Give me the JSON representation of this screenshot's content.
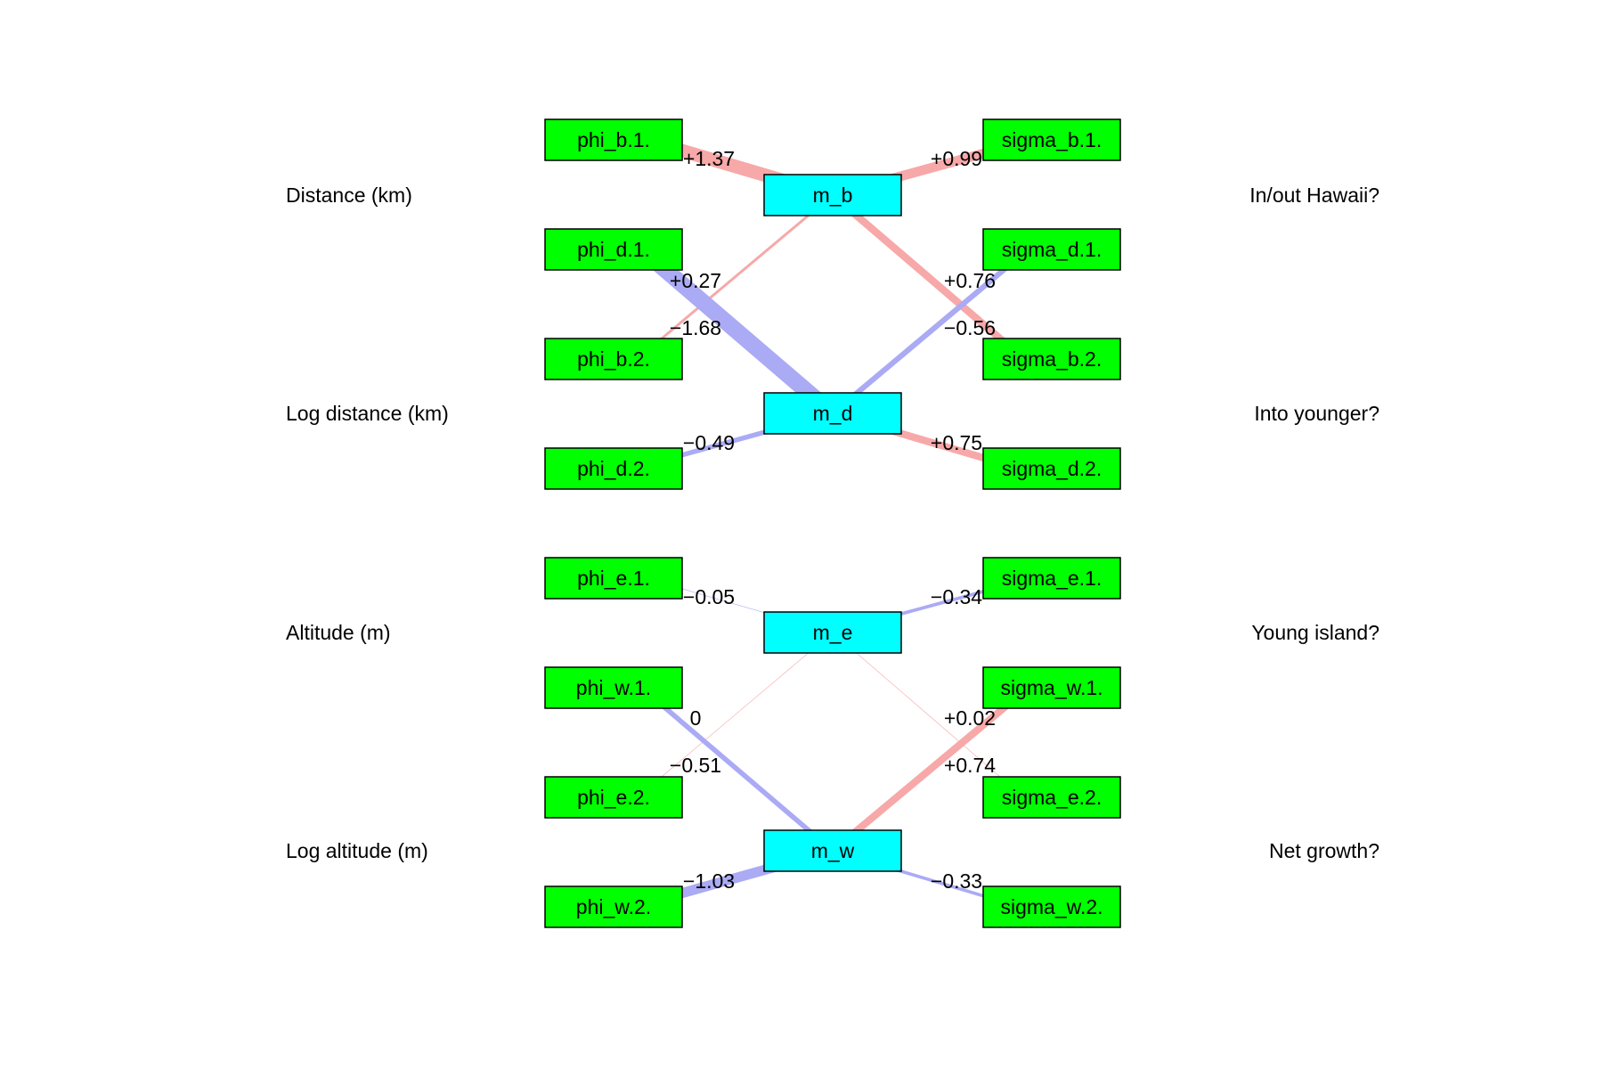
{
  "colors": {
    "outer_node_fill": "#00ff00",
    "center_node_fill": "#00ffff",
    "node_stroke": "#000000",
    "positive_edge": "#f7a8a8",
    "negative_edge": "#aaaaf5"
  },
  "left_labels": [
    "Distance (km)",
    "Log distance (km)",
    "Altitude (m)",
    "Log altitude (m)"
  ],
  "right_labels": [
    "In/out Hawaii?",
    "Into younger?",
    "Young island?",
    "Net growth?"
  ],
  "left_nodes": [
    "phi_b.1.",
    "phi_d.1.",
    "phi_b.2.",
    "phi_d.2.",
    "phi_e.1.",
    "phi_w.1.",
    "phi_e.2.",
    "phi_w.2."
  ],
  "right_nodes": [
    "sigma_b.1.",
    "sigma_d.1.",
    "sigma_b.2.",
    "sigma_d.2.",
    "sigma_e.1.",
    "sigma_w.1.",
    "sigma_e.2.",
    "sigma_w.2."
  ],
  "center_nodes": [
    "m_b",
    "m_d",
    "m_e",
    "m_w"
  ],
  "edges": [
    {
      "from": "phi_b.1.",
      "to": "m_b",
      "weight": 1.37,
      "label": "+1.37"
    },
    {
      "from": "sigma_b.1.",
      "to": "m_b",
      "weight": 0.99,
      "label": "+0.99"
    },
    {
      "from": "phi_b.2.",
      "to": "m_b",
      "weight": 0.27,
      "label": "+0.27"
    },
    {
      "from": "sigma_b.2.",
      "to": "m_b",
      "weight": 0.76,
      "label": "+0.76"
    },
    {
      "from": "phi_d.1.",
      "to": "m_d",
      "weight": -1.68,
      "label": "−1.68"
    },
    {
      "from": "sigma_d.1.",
      "to": "m_d",
      "weight": -0.56,
      "label": "−0.56"
    },
    {
      "from": "phi_d.2.",
      "to": "m_d",
      "weight": -0.49,
      "label": "−0.49"
    },
    {
      "from": "sigma_d.2.",
      "to": "m_d",
      "weight": 0.75,
      "label": "+0.75"
    },
    {
      "from": "phi_e.1.",
      "to": "m_e",
      "weight": -0.05,
      "label": "−0.05"
    },
    {
      "from": "sigma_e.1.",
      "to": "m_e",
      "weight": -0.34,
      "label": "−0.34"
    },
    {
      "from": "phi_e.2.",
      "to": "m_e",
      "weight": 0.0,
      "label": "0"
    },
    {
      "from": "sigma_e.2.",
      "to": "m_e",
      "weight": 0.02,
      "label": "+0.02"
    },
    {
      "from": "phi_w.1.",
      "to": "m_w",
      "weight": -0.51,
      "label": "−0.51"
    },
    {
      "from": "sigma_w.1.",
      "to": "m_w",
      "weight": 0.74,
      "label": "+0.74"
    },
    {
      "from": "phi_w.2.",
      "to": "m_w",
      "weight": -1.03,
      "label": "−1.03"
    },
    {
      "from": "sigma_w.2.",
      "to": "m_w",
      "weight": -0.33,
      "label": "−0.33"
    }
  ]
}
